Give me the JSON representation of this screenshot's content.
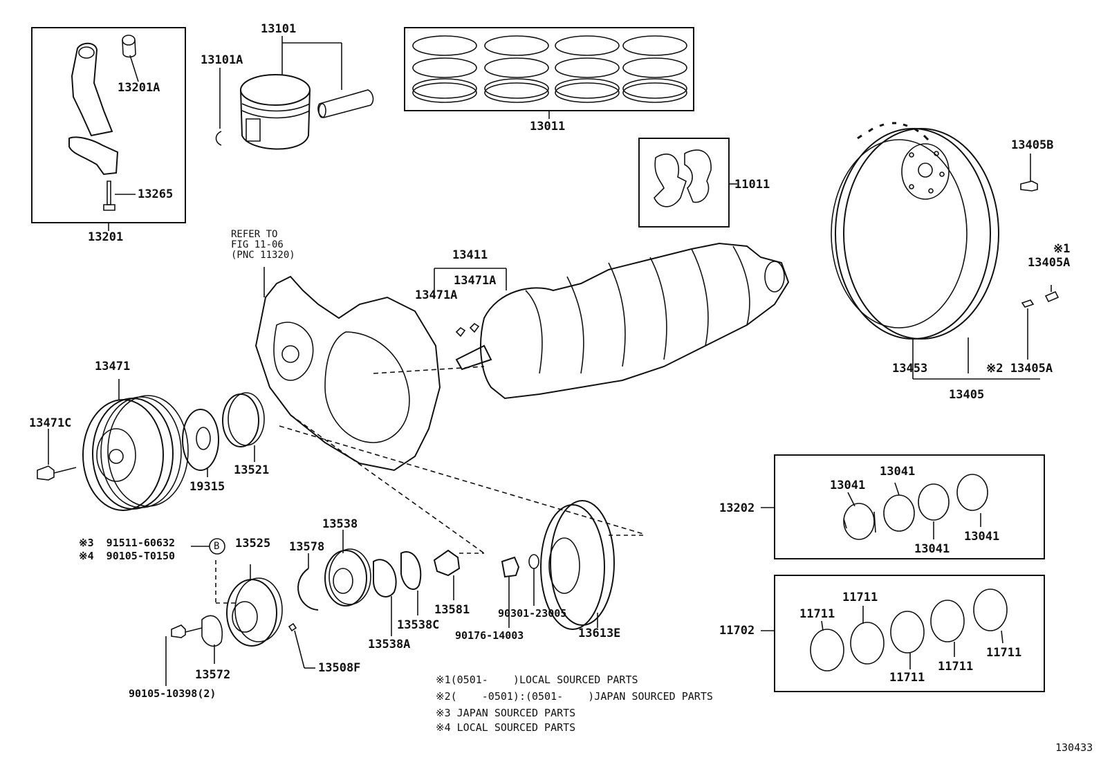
{
  "colors": {
    "ink": "#111111",
    "background": "#ffffff"
  },
  "labels": {
    "l13101": "13101",
    "l13101a": "13101A",
    "l13201a": "13201A",
    "l13265": "13265",
    "l13201": "13201",
    "l13011": "13011",
    "l11011": "11011",
    "l13405b": "13405B",
    "l13405a_1": "※1\n13405A",
    "l13453": "13453",
    "l13405a_2": "※2 13405A",
    "l13405": "13405",
    "l13411": "13411",
    "l13471a_1": "13471A",
    "l13471a_2": "13471A",
    "refer": "REFER TO\nFIG 11-06\n(PNC 11320)",
    "l13471": "13471",
    "l13471c": "13471C",
    "l19315": "19315",
    "l13521": "13521",
    "l13202": "13202",
    "l13041_a": "13041",
    "l13041_b": "13041",
    "l13041_c": "13041",
    "l13041_d": "13041",
    "l13538": "13538",
    "l13578": "13578",
    "l13525": "13525",
    "l91511": "※3  91511-60632",
    "l90105t": "※4  90105-T0150",
    "circle_b": "B",
    "l13581": "13581",
    "l13538c": "13538C",
    "l13538a": "13538A",
    "l90301": "90301-23005",
    "l90176": "90176-14003",
    "l13613e": "13613E",
    "l11702": "11702",
    "l11711_a": "11711",
    "l11711_b": "11711",
    "l11711_c": "11711",
    "l11711_d": "11711",
    "l11711_e": "11711",
    "l13572": "13572",
    "l13508f": "13508F",
    "l90105_10398": "90105-10398(2)",
    "note1": "※1(0501-    )LOCAL SOURCED PARTS",
    "note2": "※2(    -0501):(0501-    )JAPAN SOURCED PARTS",
    "note3": "※3 JAPAN SOURCED PARTS",
    "note4": "※4 LOCAL SOURCED PARTS",
    "fig_no": "130433"
  }
}
